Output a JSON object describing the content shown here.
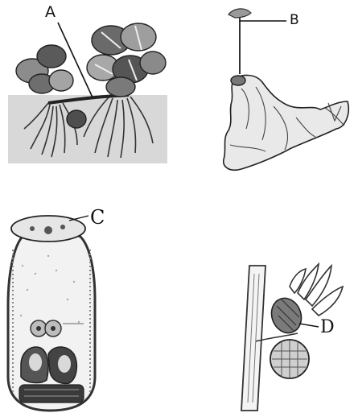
{
  "figure": {
    "labels": {
      "a": "A",
      "b": "B",
      "c": "C",
      "d": "D"
    },
    "colors": {
      "ink": "#222222",
      "leaf_light": "#9a9a9a",
      "leaf_dark": "#4a4a4a",
      "water": "#d6d6d6",
      "paper": "#ffffff"
    }
  }
}
